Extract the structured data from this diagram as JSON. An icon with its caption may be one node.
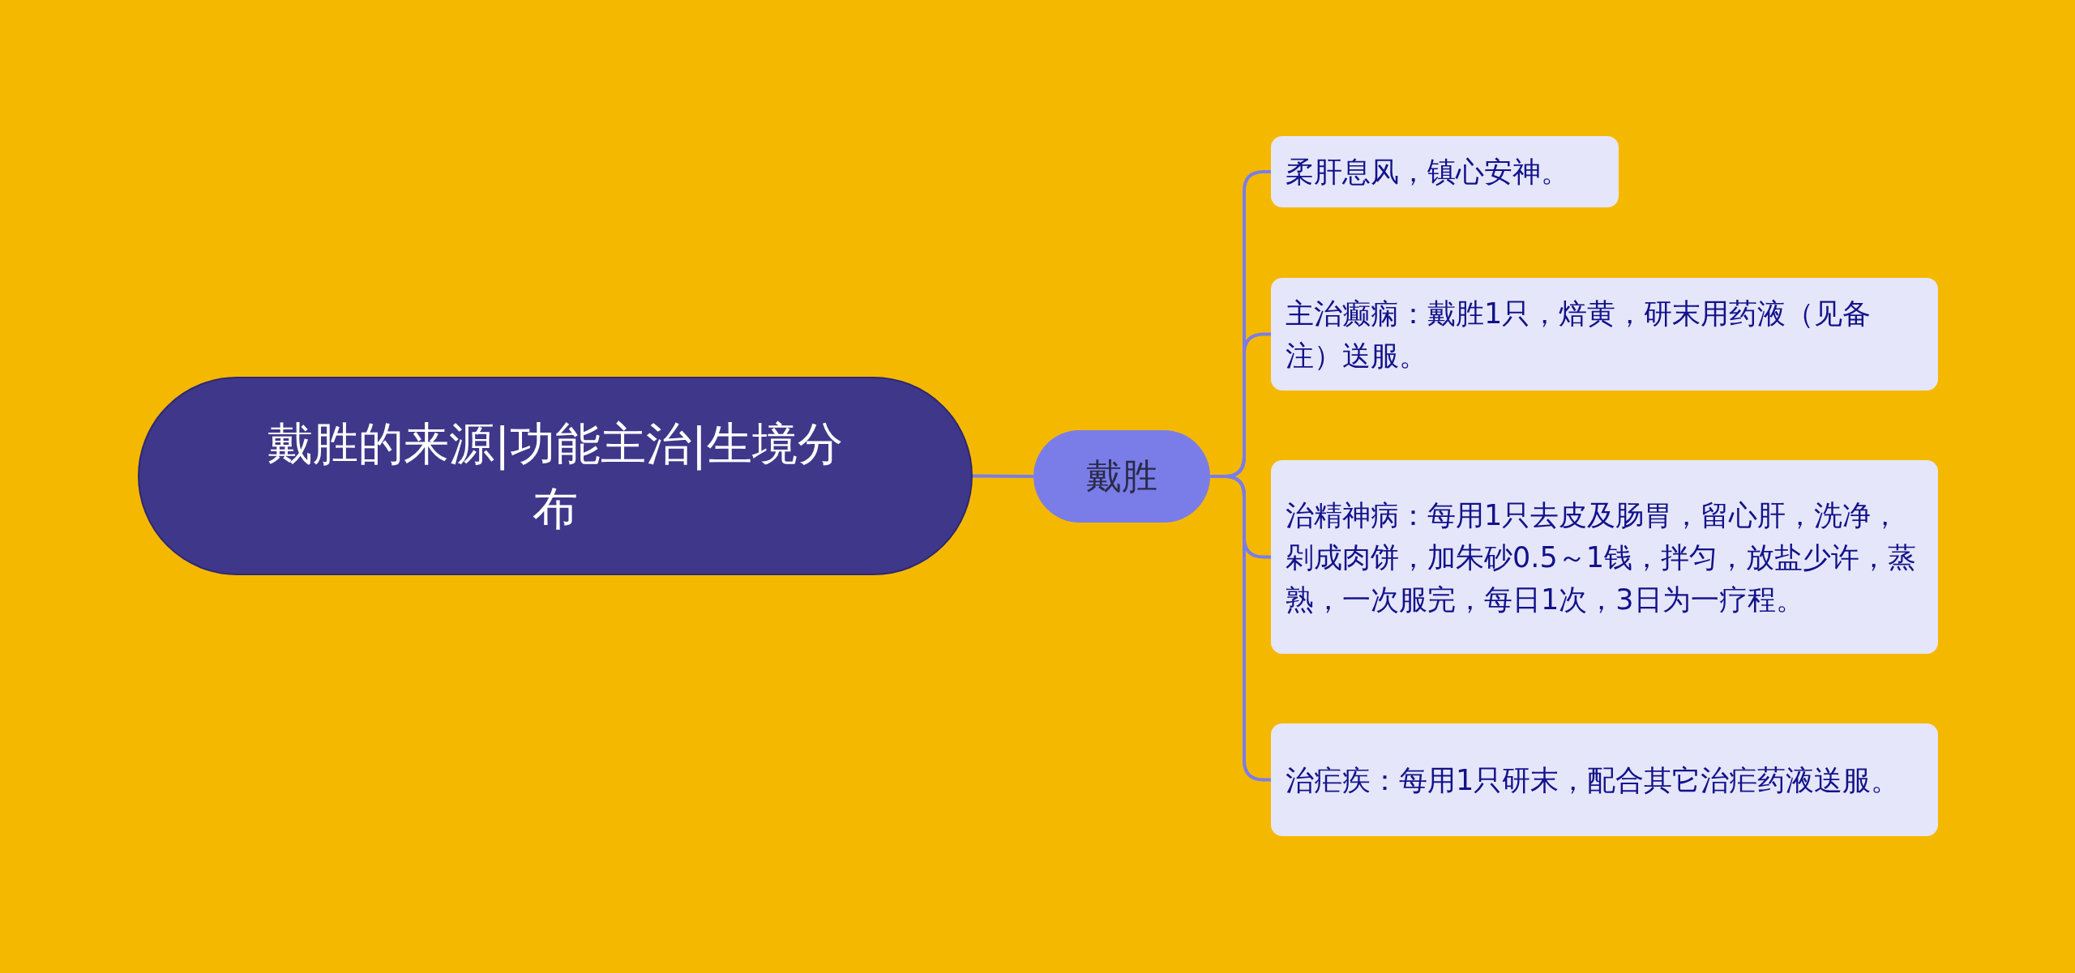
{
  "diagram": {
    "nodes": [
      {
        "text": [
          "戴胜的来源|功能主治|生境分布"
        ]
      },
      {
        "text": [
          "戴胜"
        ]
      },
      {
        "text": [
          "柔肝息风，镇心安神。"
        ]
      },
      {
        "text": [
          "主治癫痫：戴胜1只，焙黄，研末用药液（见备注）送服。"
        ]
      },
      {
        "text": [
          "治精神病：每用1只去皮及肠胃，留心肝，洗净，剁成肉饼，加朱砂0.5～1钱，拌匀，放盐少许，蒸熟，一次服完，每日1次，3日为一疗程。"
        ]
      },
      {
        "text": [
          "治疟疾：每用1只研末，配合其它治疟药液送服。"
        ]
      }
    ],
    "edges": [
      {
        "from": 0,
        "to": 1,
        "arrow": "none"
      },
      {
        "from": 1,
        "to": 2,
        "arrow": "none"
      },
      {
        "from": 1,
        "to": 3,
        "arrow": "none"
      },
      {
        "from": 1,
        "to": 4,
        "arrow": "none"
      },
      {
        "from": 1,
        "to": 5,
        "arrow": "none"
      }
    ]
  }
}
